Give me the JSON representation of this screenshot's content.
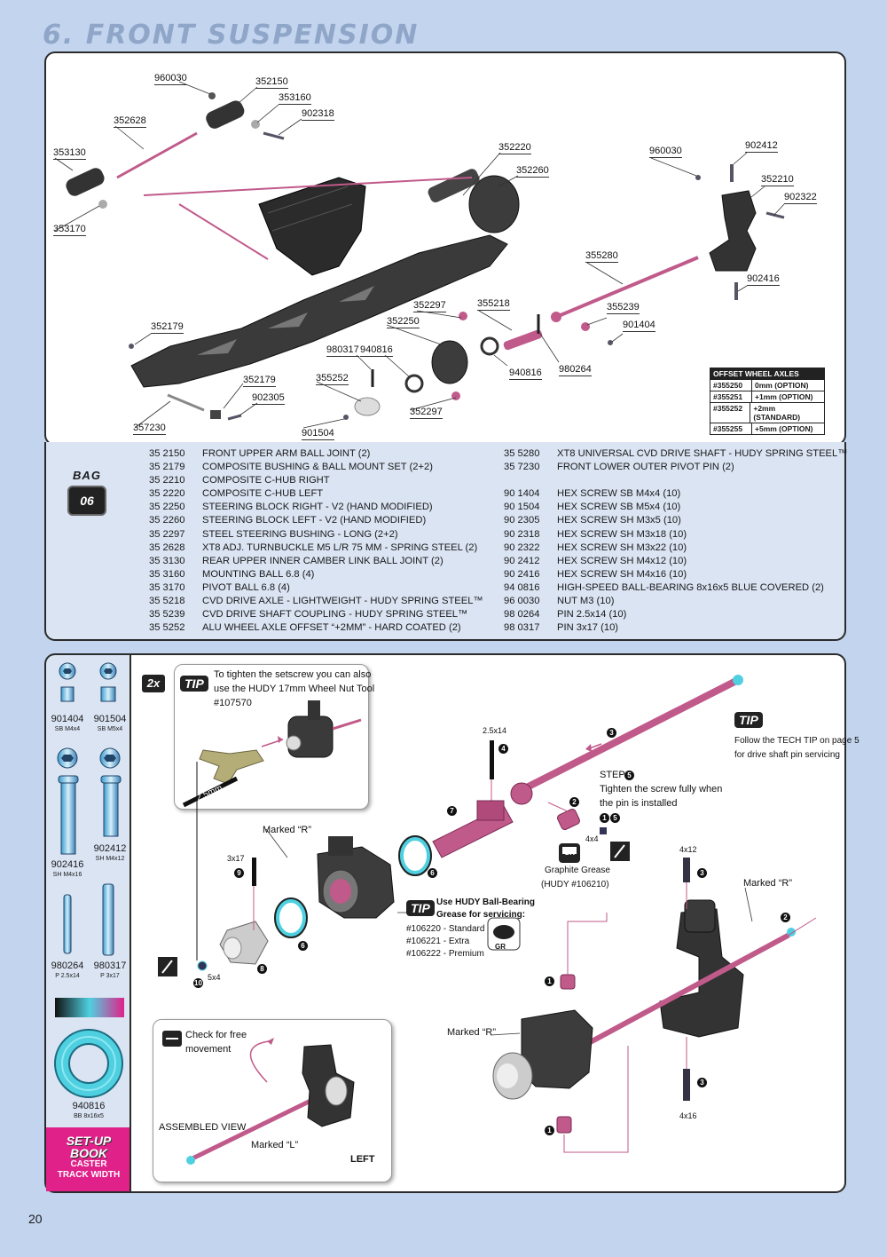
{
  "page": {
    "title": "6. FRONT SUSPENSION",
    "page_number": "20"
  },
  "exploded_view": {
    "callouts": [
      "960030",
      "352150",
      "353160",
      "902318",
      "352628",
      "353130",
      "353170",
      "352220",
      "352260",
      "960030",
      "902412",
      "352210",
      "902322",
      "355280",
      "902416",
      "352179",
      "352297",
      "355218",
      "352250",
      "355239",
      "901404",
      "980317",
      "940816",
      "940816",
      "980264",
      "352179",
      "902305",
      "355252",
      "352297",
      "357230",
      "901504"
    ],
    "offset_table": {
      "header": "OFFSET WHEEL AXLES",
      "rows": [
        {
          "code": "#355250",
          "value": "0mm (OPTION)"
        },
        {
          "code": "#355251",
          "value": "+1mm (OPTION)"
        },
        {
          "code": "#355252",
          "value": "+2mm (STANDARD)"
        },
        {
          "code": "#355255",
          "value": "+5mm (OPTION)"
        }
      ]
    }
  },
  "bag": {
    "label": "BAG",
    "number": "06"
  },
  "parts_left": [
    {
      "code": "35 2150",
      "name": "FRONT UPPER ARM BALL JOINT (2)"
    },
    {
      "code": "35 2179",
      "name": "COMPOSITE BUSHING & BALL MOUNT SET (2+2)"
    },
    {
      "code": "35 2210",
      "name": "COMPOSITE C-HUB RIGHT"
    },
    {
      "code": "35 2220",
      "name": "COMPOSITE C-HUB LEFT"
    },
    {
      "code": "35 2250",
      "name": "STEERING BLOCK RIGHT - V2 (HAND MODIFIED)"
    },
    {
      "code": "35 2260",
      "name": "STEERING BLOCK LEFT - V2 (HAND MODIFIED)"
    },
    {
      "code": "35 2297",
      "name": "STEEL STEERING BUSHING - LONG (2+2)"
    },
    {
      "code": "35 2628",
      "name": "XT8 ADJ. TURNBUCKLE M5 L/R 75 MM  - SPRING STEEL (2)"
    },
    {
      "code": "35 3130",
      "name": "REAR UPPER INNER CAMBER LINK BALL JOINT (2)"
    },
    {
      "code": "35 3160",
      "name": "MOUNTING BALL 6.8 (4)"
    },
    {
      "code": "35 3170",
      "name": "PIVOT BALL 6.8 (4)"
    },
    {
      "code": "35 5218",
      "name": "CVD DRIVE AXLE - LIGHTWEIGHT - HUDY SPRING STEEL™"
    },
    {
      "code": "35 5239",
      "name": "CVD DRIVE SHAFT COUPLING  - HUDY SPRING STEEL™"
    },
    {
      "code": "35 5252",
      "name": "ALU WHEEL AXLE OFFSET “+2MM” - HARD COATED (2)"
    }
  ],
  "parts_right": [
    {
      "code": "35 5280",
      "name": "XT8 UNIVERSAL CVD DRIVE SHAFT - HUDY SPRING STEEL™"
    },
    {
      "code": "35 7230",
      "name": "FRONT LOWER OUTER PIVOT PIN (2)"
    },
    {
      "code": "",
      "name": ""
    },
    {
      "code": "90 1404",
      "name": "HEX SCREW  SB M4x4  (10)"
    },
    {
      "code": "90 1504",
      "name": "HEX SCREW  SB M5x4  (10)"
    },
    {
      "code": "90 2305",
      "name": "HEX SCREW  SH M3x5  (10)"
    },
    {
      "code": "90 2318",
      "name": "HEX SCREW  SH M3x18  (10)"
    },
    {
      "code": "90 2322",
      "name": "HEX SCREW  SH M3x22  (10)"
    },
    {
      "code": "90 2412",
      "name": "HEX SCREW  SH M4x12  (10)"
    },
    {
      "code": "90 2416",
      "name": "HEX SCREW  SH M4x16  (10)"
    },
    {
      "code": "94 0816",
      "name": "HIGH-SPEED BALL-BEARING 8x16x5 BLUE COVERED (2)"
    },
    {
      "code": "96 0030",
      "name": "NUT M3  (10)"
    },
    {
      "code": "98 0264",
      "name": "PIN 2.5x14  (10)"
    },
    {
      "code": "98 0317",
      "name": "PIN 3x17  (10)"
    }
  ],
  "sidebar": {
    "parts": [
      {
        "code": "901404",
        "size": "SB M4x4"
      },
      {
        "code": "901504",
        "size": "SB M5x4"
      },
      {
        "code": "902416",
        "size": "SH M4x16"
      },
      {
        "code": "902412",
        "size": "SH M4x12"
      },
      {
        "code": "980264",
        "size": "P 2.5x14"
      },
      {
        "code": "980317",
        "size": "P 3x17"
      },
      {
        "code": "940816",
        "size": "BB 8x16x5"
      }
    ],
    "setup_book": {
      "title_line1": "SET-UP",
      "title_line2": "BOOK",
      "item1": "CASTER",
      "item2": "TRACK WIDTH"
    }
  },
  "assembly": {
    "multiplier": "2x",
    "tip_label": "TIP",
    "tip1_text": [
      "To tighten the setscrew you can also",
      "use the HUDY 17mm Wheel Nut Tool",
      "#107570"
    ],
    "tool_size": "2.5mm",
    "tip2_text": [
      "Follow the TECH TIP on page 5",
      "for drive shaft pin servicing"
    ],
    "step5_title": "STEP",
    "step5_text": [
      "Tighten the screw fully when",
      "the pin is installed"
    ],
    "grease_label": [
      "Graphite Grease",
      "(HUDY #106210)"
    ],
    "gr_icon": "GR",
    "bearing_tip": [
      "Use HUDY Ball-Bearing",
      "Grease for servicing:"
    ],
    "grease_options": [
      "#106220 - Standard",
      "#106221 - Extra",
      "#106222 - Premium"
    ],
    "marked_r": "Marked “R”",
    "marked_l": "Marked “L”",
    "check_free": [
      "Check for free",
      "movement"
    ],
    "assembled_view": "ASSEMBLED VIEW",
    "left_label": "LEFT",
    "dims": {
      "d25x14": "2.5x14",
      "d3x17": "3x17",
      "d4x4": "4x4",
      "d5x4": "5x4",
      "d4x12": "4x12",
      "d4x16": "4x16"
    },
    "step_numbers": [
      "1",
      "2",
      "3",
      "4",
      "5",
      "6",
      "7",
      "8",
      "9",
      "10"
    ]
  },
  "colors": {
    "background": "#c2d4ee",
    "accent_pink": "#e0218a",
    "part_pink": "#c05a8a",
    "part_grey": "#3c3c3c",
    "light_panel": "#dae4f3"
  }
}
